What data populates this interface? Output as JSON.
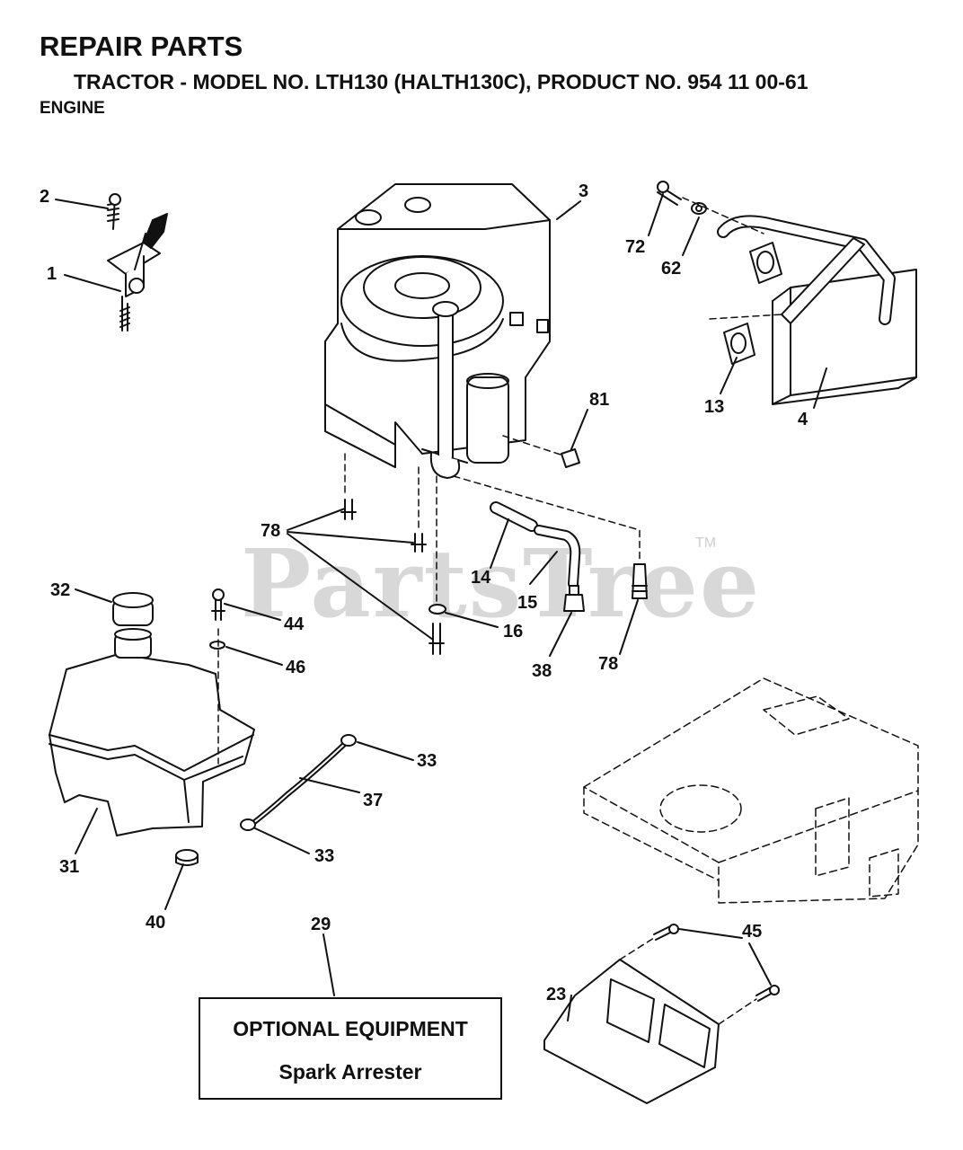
{
  "header": {
    "title": "REPAIR PARTS",
    "subtitle": "TRACTOR - MODEL NO. LTH130 (HALTH130C), PRODUCT NO. 954 11 00-61",
    "section": "ENGINE"
  },
  "watermark": {
    "text": "PartsTree",
    "trademark": "TM",
    "color": "#d8d8d8"
  },
  "callouts": {
    "c1": "1",
    "c2": "2",
    "c3": "3",
    "c4": "4",
    "c13": "13",
    "c14": "14",
    "c15": "15",
    "c16": "16",
    "c23": "23",
    "c29": "29",
    "c31": "31",
    "c32": "32",
    "c33a": "33",
    "c33b": "33",
    "c37": "37",
    "c38": "38",
    "c40": "40",
    "c44": "44",
    "c45": "45",
    "c46": "46",
    "c62": "62",
    "c72": "72",
    "c78a": "78",
    "c78b": "78",
    "c81": "81"
  },
  "optional_box": {
    "title": "OPTIONAL EQUIPMENT",
    "item": "Spark Arrester"
  }
}
